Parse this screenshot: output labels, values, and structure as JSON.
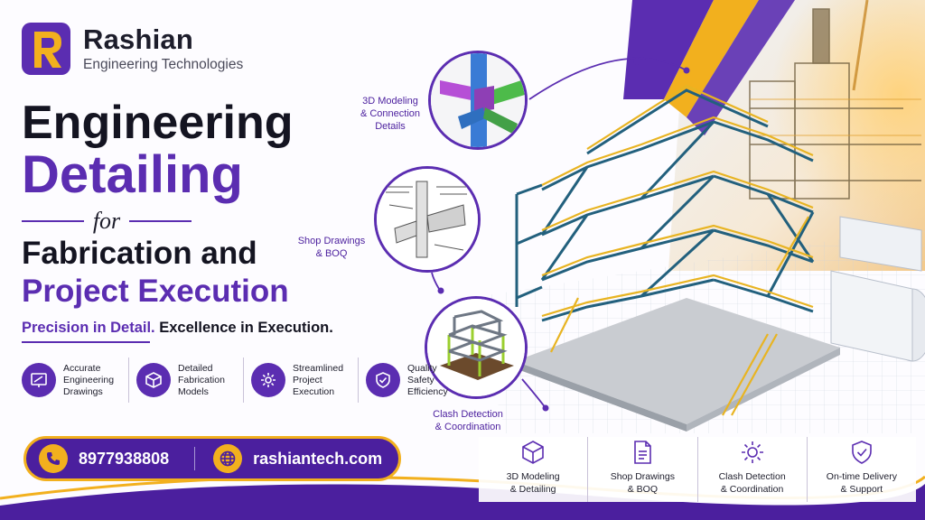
{
  "brand": {
    "name": "Rashian",
    "subtitle": "Engineering Technologies",
    "colors": {
      "primary": "#5b2db1",
      "accent": "#f2b01e",
      "dark": "#141421"
    }
  },
  "headline": {
    "line1": "Engineering",
    "line2": "Detailing",
    "connector": "for",
    "line3": "Fabrication and",
    "line4": "Project Execution"
  },
  "tagline": {
    "part1": "Precision in Detail.",
    "part2": "Excellence in Execution."
  },
  "features": [
    {
      "icon": "drawing-board-icon",
      "label": "Accurate Engineering Drawings"
    },
    {
      "icon": "cube-icon",
      "label": "Detailed Fabrication Models"
    },
    {
      "icon": "gear-icon",
      "label": "Streamlined Project Execution"
    },
    {
      "icon": "shield-check-icon",
      "label": "Quality Safety Efficiency"
    }
  ],
  "contact": {
    "phone_icon": "phone-icon",
    "phone": "8977938808",
    "web_icon": "globe-icon",
    "website": "rashiantech.com"
  },
  "callouts": [
    {
      "label": "3D Modeling\n& Connection\nDetails"
    },
    {
      "label": "Shop Drawings\n& BOQ"
    },
    {
      "label": "Clash Detection\n& Coordination"
    }
  ],
  "services": [
    {
      "icon": "3d-model-icon",
      "label": "3D Modeling\n& Detailing"
    },
    {
      "icon": "document-icon",
      "label": "Shop Drawings\n& BOQ"
    },
    {
      "icon": "clash-gear-icon",
      "label": "Clash Detection\n& Coordination"
    },
    {
      "icon": "shield-icon",
      "label": "On-time Delivery\n& Support"
    }
  ]
}
